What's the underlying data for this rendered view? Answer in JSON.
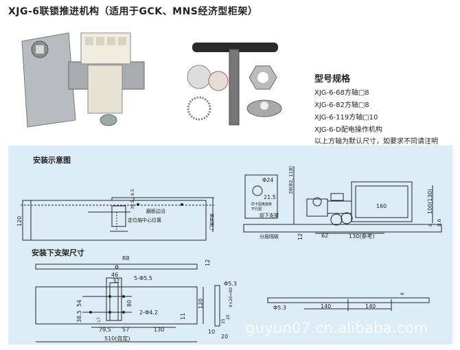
{
  "title": "XJG-6联锁推进机构（适用于GCK、MNS经济型柜架）",
  "specs": {
    "heading": "型号规格",
    "items": [
      "XJG-6-68方轴□8",
      "XJG-6-82方轴□8",
      "XJG-6-119方轴□10",
      "XJG-6-D配电操作机构",
      "以上方轴为默认尺寸，如要求不同请注明"
    ]
  },
  "install_diagram": {
    "heading": "安装示意图",
    "labels": {
      "d120": "120",
      "d38_5": "38.5",
      "d8_5": "8.5",
      "panel_edge": "翻板边沿",
      "shaft_center": "定位轴中心位置",
      "door_thickness": "门板厚度"
    }
  },
  "side_view": {
    "labels": {
      "phi24": "Φ24",
      "d21_5": "21.5",
      "hole_note": "防卡圆盘面板开孔图",
      "front_bracket": "前下支架",
      "partition": "分层隔板",
      "d39": "39(82, 118)",
      "d160": "160",
      "d100": "100(130)",
      "d8_6": "8.6",
      "d8": "8",
      "d62": "62",
      "d130": "130(参考)",
      "d12": "12"
    }
  },
  "bracket": {
    "heading": "安装下支架尺寸",
    "labels": {
      "r8": "R8",
      "d12": "12",
      "d46": "46",
      "d32": "32",
      "holes55": "5-Φ5.5",
      "d54": "54",
      "d80": "80",
      "d120": "120",
      "d38_5": "38.5",
      "holes42": "2-Φ4.2",
      "d11": "11",
      "d17": "17",
      "d79_5": "79.5",
      "d57": "57",
      "d130": "130",
      "d510": "510(自定)",
      "phi53": "Φ5.3",
      "d4x20": "4×20=80",
      "d25": "25",
      "d20a": "20",
      "d10": "10",
      "d20b": "20"
    }
  },
  "rail": {
    "labels": {
      "phi53": "Φ5.3",
      "d140a": "140",
      "d140b": "140",
      "d8": "8"
    }
  },
  "watermark": "guyun07.cn.alibaba.com"
}
